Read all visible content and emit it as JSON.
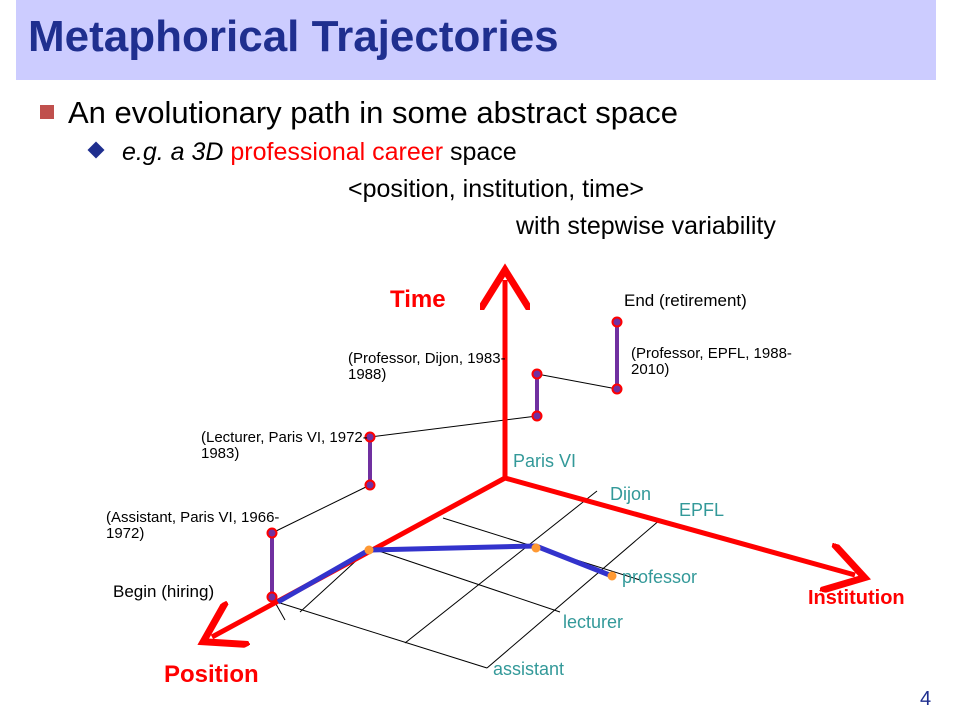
{
  "slide": {
    "title": "Metaphorical Trajectories",
    "bullet1": "An evolutionary path in some abstract space",
    "bullet2_prefix": "e.g. a 3D ",
    "bullet2_highlight": "professional career",
    "bullet2_suffix": " space",
    "line3": "<position, institution, time>",
    "line4": "with stepwise variability",
    "page_number": "4"
  },
  "diagram": {
    "axes": {
      "time": "Time",
      "institution": "Institution",
      "position": "Position"
    },
    "institutions": [
      "Paris VI",
      "Dijon",
      "EPFL"
    ],
    "positions": [
      "professor",
      "lecturer",
      "assistant"
    ],
    "events": {
      "begin": "Begin (hiring)",
      "end": "End (retirement)"
    },
    "stages": [
      {
        "line1": "(Assistant, Paris VI, 1966-",
        "line2": "1972)"
      },
      {
        "line1": "(Lecturer, Paris VI, 1972-",
        "line2": "1983)"
      },
      {
        "line1": "(Professor, Dijon, 1983-",
        "line2": "1988)"
      },
      {
        "line1": "(Professor, EPFL, 1988-",
        "line2": "2010)"
      }
    ],
    "colors": {
      "axis": "#ff0000",
      "trajectory": "#3333cc",
      "time_segment": "#7030a0",
      "label_green": "#339999",
      "marker_orange": "#ff9933",
      "title_blue": "#1f2f8f"
    }
  }
}
